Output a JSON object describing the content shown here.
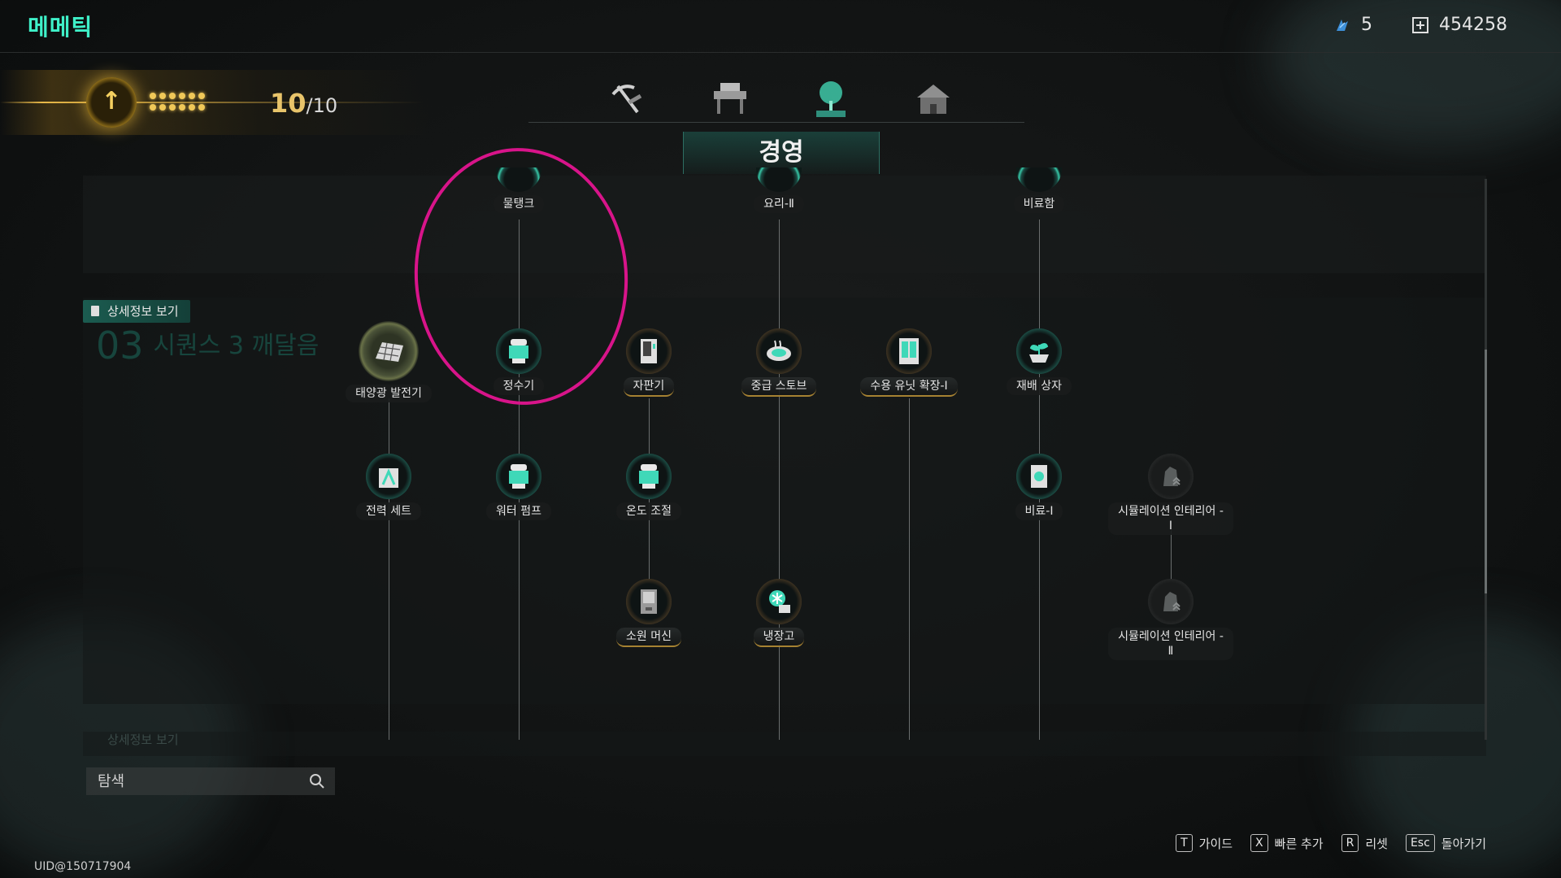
{
  "header": {
    "title": "메메틱",
    "resource_a": {
      "icon": "shard-icon",
      "value": "5"
    },
    "resource_b": {
      "icon": "cube-icon",
      "value": "454258"
    }
  },
  "level": {
    "current": "10",
    "max": "/10"
  },
  "category_tabs": [
    {
      "name": "tab-tools",
      "icon": "pickaxe-icon",
      "active": false
    },
    {
      "name": "tab-workshop",
      "icon": "workbench-icon",
      "active": false
    },
    {
      "name": "tab-management",
      "icon": "tree-icon",
      "active": true
    },
    {
      "name": "tab-housing",
      "icon": "house-icon",
      "active": false
    }
  ],
  "category_title": "경영",
  "detail_button": "상세정보 보기",
  "detail_button_2": "상세정보 보기",
  "sequence": {
    "number": "03",
    "label": "시퀀스 3 깨달음"
  },
  "nodes": {
    "water_tank": "물탱크",
    "cooking_2": "요리-Ⅱ",
    "fertilizer_box": "비료함",
    "solar_generator": "태양광 발전기",
    "water_purifier": "정수기",
    "vending_machine": "자판기",
    "advanced_stove": "중급 스토브",
    "storage_expansion": "수용 유닛 확장-Ⅰ",
    "planting_box": "재배 상자",
    "power_set": "전력 세트",
    "water_pump": "워터 펌프",
    "temperature_control": "온도 조절",
    "fertilizer_1": "비료-Ⅰ",
    "simulation_interior_1": "시뮬레이션 인테리어 -\nⅠ",
    "wish_machine": "소원 머신",
    "refrigerator": "냉장고",
    "simulation_interior_2": "시뮬레이션 인테리어 -\nⅡ"
  },
  "search": {
    "placeholder": "탐색"
  },
  "hints": [
    {
      "key": "T",
      "label": "가이드"
    },
    {
      "key": "X",
      "label": "빠른 추가"
    },
    {
      "key": "R",
      "label": "리셋"
    },
    {
      "key": "Esc",
      "label": "돌아가기"
    }
  ],
  "uid": "UID@150717904",
  "colors": {
    "accent": "#3ff0c8",
    "gold": "#e8c46a",
    "highlight": "#d8148a"
  }
}
